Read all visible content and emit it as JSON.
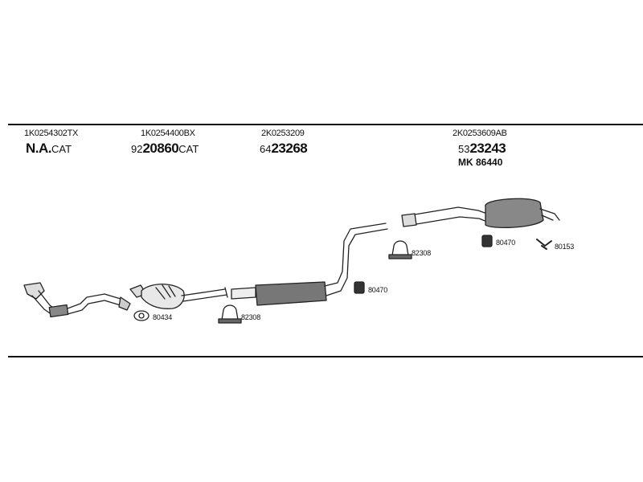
{
  "diagram": {
    "groups": [
      {
        "part": "1K0254302TX",
        "prefix": "",
        "code": "N.A.",
        "suffix": "CAT"
      },
      {
        "part": "1K0254400BX",
        "prefix": "92",
        "code": "20860",
        "suffix": "CAT"
      },
      {
        "part": "2K0253209",
        "prefix": "64",
        "code": "23268",
        "suffix": ""
      },
      {
        "part": "2K0253609AB",
        "prefix": "53",
        "code": "23243",
        "suffix": "",
        "extra": "MK  86440"
      }
    ],
    "callouts": [
      "80434",
      "82308",
      "80470",
      "82308",
      "80470",
      "80153"
    ]
  }
}
